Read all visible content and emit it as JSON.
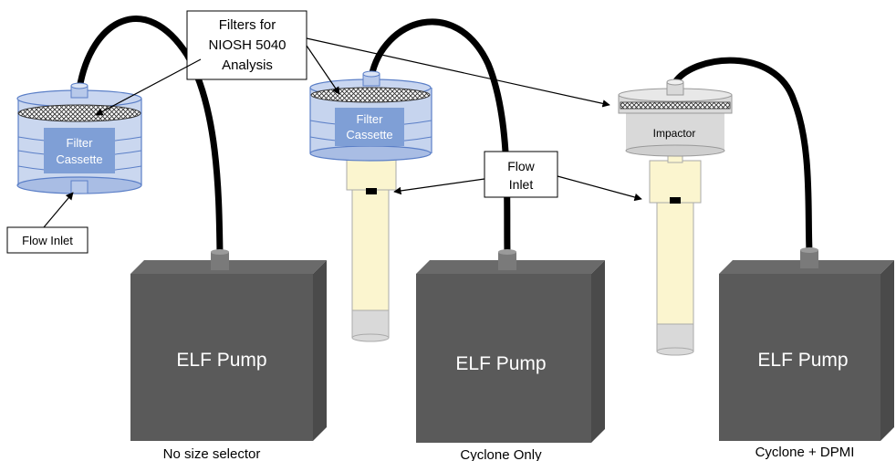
{
  "callouts": {
    "filters": [
      "Filters for",
      "NIOSH 5040",
      "Analysis"
    ],
    "flow_inlet_center": [
      "Flow",
      "Inlet"
    ],
    "flow_inlet_left": "Flow Inlet"
  },
  "setups": [
    {
      "caption": "No size selector",
      "pump_label": "ELF Pump",
      "cassette_label": [
        "Filter",
        "Cassette"
      ]
    },
    {
      "caption": "Cyclone Only",
      "pump_label": "ELF Pump",
      "cassette_label": [
        "Filter",
        "Cassette"
      ]
    },
    {
      "caption": "Cyclone + DPMI",
      "pump_label": "ELF Pump",
      "impactor_label": "Impactor"
    }
  ],
  "colors": {
    "pump_front": "#5a5a5a",
    "pump_side": "#4a4a4a",
    "pump_top": "#6a6a6a",
    "cassette_fill": "#b8c9ea",
    "cassette_label_box": "#7f9fd6",
    "cyclone_fill": "#fbf5cf",
    "impactor_fill": "#d9d9d9",
    "tube": "#000000"
  }
}
